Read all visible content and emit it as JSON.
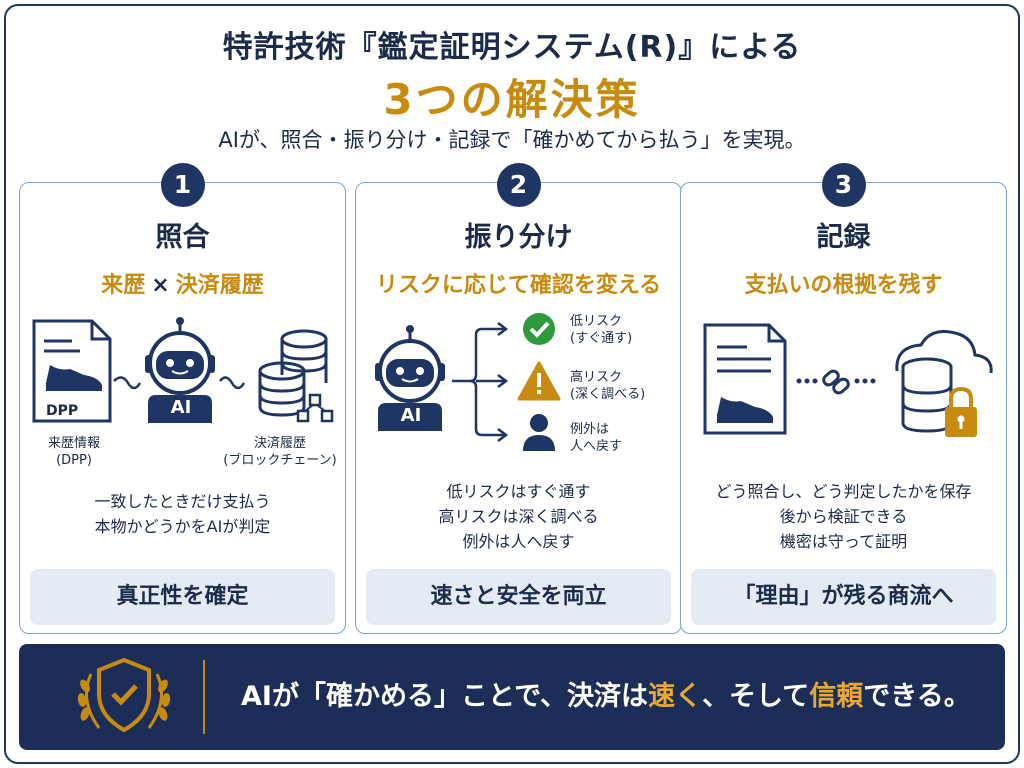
{
  "header": {
    "title": "特許技術『鑑定証明システム(R)』による",
    "subtitle": "3つの解決策",
    "tagline": "AIが、照合・振り分け・記録で「確かめてから払う」を実現。"
  },
  "cards": [
    {
      "number": "1",
      "title": "照合",
      "subtitle_a": "来歴",
      "subtitle_x": "×",
      "subtitle_b": "決済履歴",
      "doc_label": "DPP",
      "ai_label": "AI",
      "left_caption_1": "来歴情報",
      "left_caption_2": "(DPP)",
      "right_caption_1": "決済履歴",
      "right_caption_2": "(ブロックチェーン)",
      "desc_1": "一致したときだけ支払う",
      "desc_2": "本物かどうかをAIが判定",
      "pill": "真正性を確定"
    },
    {
      "number": "2",
      "title": "振り分け",
      "subtitle": "リスクに応じて確認を変える",
      "ai_label": "AI",
      "branch_1a": "低リスク",
      "branch_1b": "(すぐ通す)",
      "branch_2a": "高リスク",
      "branch_2b": "(深く調べる)",
      "branch_3a": "例外は",
      "branch_3b": "人へ戻す",
      "desc_1": "低リスクはすぐ通す",
      "desc_2": "高リスクは深く調べる",
      "desc_3": "例外は人へ戻す",
      "pill": "速さと安全を両立"
    },
    {
      "number": "3",
      "title": "記録",
      "subtitle": "支払いの根拠を残す",
      "desc_1": "どう照合し、どう判定したかを保存",
      "desc_2": "後から検証できる",
      "desc_3": "機密は守って証明",
      "pill": "「理由」が残る商流へ"
    }
  ],
  "banner": {
    "text_1": "AIが「確かめる」ことで、決済は",
    "highlight_1": "速く",
    "text_2": "、そして",
    "highlight_2": "信頼",
    "text_3": "できる。"
  },
  "colors": {
    "navy": "#1f3564",
    "gold": "#c98a10",
    "green": "#2e9a3e",
    "light_blue": "#e4ebf5"
  },
  "icons": [
    "document-icon",
    "sneaker-icon",
    "robot-icon",
    "database-icon",
    "blockchain-icon",
    "check-icon",
    "warning-icon",
    "person-icon",
    "link-icon",
    "cloud-icon",
    "lock-icon",
    "shield-icon"
  ]
}
